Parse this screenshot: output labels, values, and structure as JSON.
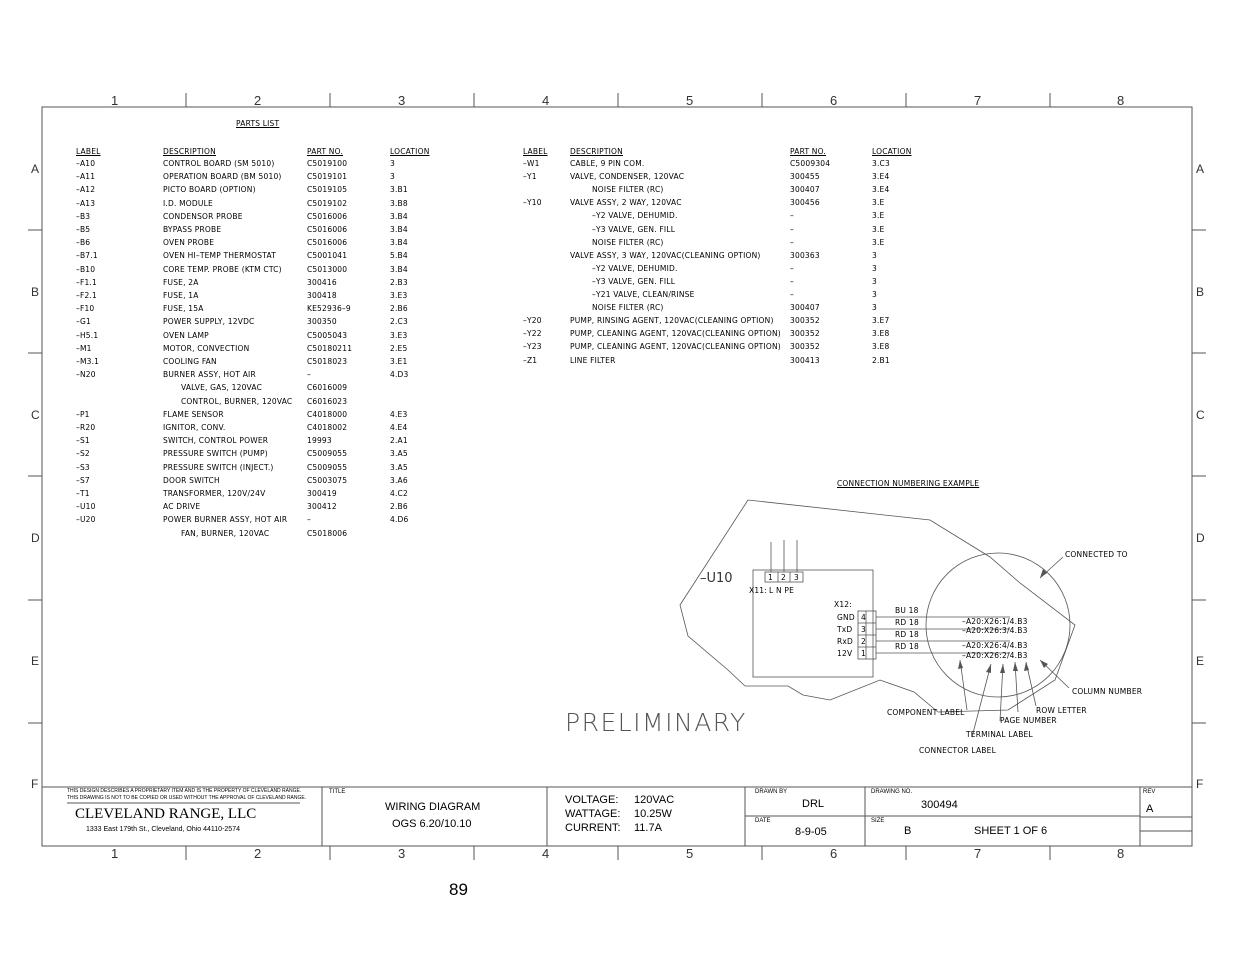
{
  "parts_list_title": "PARTS LIST",
  "columns": {
    "label": "LABEL",
    "description": "DESCRIPTION",
    "part_no": "PART NO.",
    "location": "LOCATION"
  },
  "parts_left": [
    {
      "label": "–A10",
      "desc": "CONTROL BOARD (SM 5010)",
      "part": "C5019100",
      "loc": "3"
    },
    {
      "label": "–A11",
      "desc": "OPERATION BOARD (BM 5010)",
      "part": "C5019101",
      "loc": "3"
    },
    {
      "label": "–A12",
      "desc": "PICTO BOARD (OPTION)",
      "part": "C5019105",
      "loc": "3.B1"
    },
    {
      "label": "–A13",
      "desc": "I.D. MODULE",
      "part": "C5019102",
      "loc": "3.B8"
    },
    {
      "label": "–B3",
      "desc": "CONDENSOR PROBE",
      "part": "C5016006",
      "loc": "3.B4"
    },
    {
      "label": "–B5",
      "desc": "BYPASS PROBE",
      "part": "C5016006",
      "loc": "3.B4"
    },
    {
      "label": "–B6",
      "desc": "OVEN PROBE",
      "part": "C5016006",
      "loc": "3.B4"
    },
    {
      "label": "–B7.1",
      "desc": "OVEN HI–TEMP THERMOSTAT",
      "part": "C5001041",
      "loc": "5.B4"
    },
    {
      "label": "–B10",
      "desc": "CORE TEMP. PROBE (KTM CTC)",
      "part": "C5013000",
      "loc": "3.B4"
    },
    {
      "label": "–F1.1",
      "desc": "FUSE, 2A",
      "part": "300416",
      "loc": "2.B3"
    },
    {
      "label": "–F2.1",
      "desc": "FUSE, 1A",
      "part": "300418",
      "loc": "3.E3"
    },
    {
      "label": "–F10",
      "desc": "FUSE, 15A",
      "part": "KE52936–9",
      "loc": "2.B6"
    },
    {
      "label": "–G1",
      "desc": "POWER SUPPLY, 12VDC",
      "part": "300350",
      "loc": "2.C3"
    },
    {
      "label": "–H5.1",
      "desc": "OVEN LAMP",
      "part": "C5005043",
      "loc": "3.E3"
    },
    {
      "label": "–M1",
      "desc": "MOTOR, CONVECTION",
      "part": "C50180211",
      "loc": "2.E5"
    },
    {
      "label": "–M3.1",
      "desc": "COOLING FAN",
      "part": "C5018023",
      "loc": "3.E1"
    },
    {
      "label": "–N20",
      "desc": "BURNER ASSY, HOT AIR",
      "part": "–",
      "loc": "4.D3"
    },
    {
      "label": "",
      "desc": "VALVE, GAS, 120VAC",
      "part": "C6016009",
      "loc": "",
      "indent": 1
    },
    {
      "label": "",
      "desc": "CONTROL, BURNER, 120VAC",
      "part": "C6016023",
      "loc": "",
      "indent": 1
    },
    {
      "label": "–P1",
      "desc": "FLAME SENSOR",
      "part": "C4018000",
      "loc": "4.E3"
    },
    {
      "label": "–R20",
      "desc": "IGNITOR, CONV.",
      "part": "C4018002",
      "loc": "4.E4"
    },
    {
      "label": "–S1",
      "desc": "SWITCH, CONTROL POWER",
      "part": "19993",
      "loc": "2.A1"
    },
    {
      "label": "–S2",
      "desc": "PRESSURE SWITCH (PUMP)",
      "part": "C5009055",
      "loc": "3.A5"
    },
    {
      "label": "–S3",
      "desc": "PRESSURE SWITCH (INJECT.)",
      "part": "C5009055",
      "loc": "3.A5"
    },
    {
      "label": "–S7",
      "desc": "DOOR SWITCH",
      "part": "C5003075",
      "loc": "3.A6"
    },
    {
      "label": "–T1",
      "desc": "TRANSFORMER, 120V/24V",
      "part": "300419",
      "loc": "4.C2"
    },
    {
      "label": "–U10",
      "desc": "AC DRIVE",
      "part": "300412",
      "loc": "2.B6"
    },
    {
      "label": "–U20",
      "desc": "POWER BURNER ASSY, HOT AIR",
      "part": "–",
      "loc": "4.D6"
    },
    {
      "label": "",
      "desc": "FAN, BURNER, 120VAC",
      "part": "C5018006",
      "loc": "",
      "indent": 1
    }
  ],
  "parts_right": [
    {
      "label": "–W1",
      "desc": "CABLE, 9 PIN COM.",
      "part": "C5009304",
      "loc": "3.C3"
    },
    {
      "label": "–Y1",
      "desc": "VALVE, CONDENSER, 120VAC",
      "part": "300455",
      "loc": "3.E4"
    },
    {
      "label": "",
      "desc": "NOISE FILTER (RC)",
      "part": "300407",
      "loc": "3.E4",
      "indent": 1
    },
    {
      "label": "–Y10",
      "desc": "VALVE ASSY, 2 WAY, 120VAC",
      "part": "300456",
      "loc": "3.E"
    },
    {
      "label": "",
      "desc": "–Y2 VALVE, DEHUMID.",
      "part": "–",
      "loc": "3.E",
      "indent": 1
    },
    {
      "label": "",
      "desc": "–Y3 VALVE, GEN. FILL",
      "part": "–",
      "loc": "3.E",
      "indent": 1
    },
    {
      "label": "",
      "desc": "NOISE FILTER (RC)",
      "part": "–",
      "loc": "3.E",
      "indent": 1
    },
    {
      "label": "",
      "desc": "VALVE ASSY, 3 WAY, 120VAC(CLEANING OPTION)",
      "part": "300363",
      "loc": "3"
    },
    {
      "label": "",
      "desc": "–Y2 VALVE, DEHUMID.",
      "part": "–",
      "loc": "3",
      "indent": 1
    },
    {
      "label": "",
      "desc": "–Y3 VALVE, GEN. FILL",
      "part": "–",
      "loc": "3",
      "indent": 1
    },
    {
      "label": "",
      "desc": "–Y21 VALVE, CLEAN/RINSE",
      "part": "–",
      "loc": "3",
      "indent": 1
    },
    {
      "label": "",
      "desc": "NOISE FILTER (RC)",
      "part": "300407",
      "loc": "3",
      "indent": 1
    },
    {
      "label": "–Y20",
      "desc": "PUMP, RINSING AGENT, 120VAC(CLEANING OPTION)",
      "part": "300352",
      "loc": "3.E7"
    },
    {
      "label": "–Y22",
      "desc": "PUMP, CLEANING AGENT, 120VAC(CLEANING OPTION)",
      "part": "300352",
      "loc": "3.E8"
    },
    {
      "label": "–Y23",
      "desc": "PUMP, CLEANING AGENT, 120VAC(CLEANING OPTION)",
      "part": "300352",
      "loc": "3.E8"
    },
    {
      "label": "–Z1",
      "desc": "LINE FILTER",
      "part": "300413",
      "loc": "2.B1"
    }
  ],
  "grid_numbers": [
    "1",
    "2",
    "3",
    "4",
    "5",
    "6",
    "7",
    "8"
  ],
  "grid_letters": [
    "A",
    "B",
    "C",
    "D",
    "E",
    "F"
  ],
  "example": {
    "title": "CONNECTION NUMBERING EXAMPLE",
    "device": "–U10",
    "x11_label": "X11:",
    "x11_pins": [
      "1",
      "2",
      "3"
    ],
    "x11_names": "L  N  PE",
    "x12_label": "X12:",
    "signals": [
      "GND",
      "TxD",
      "RxD",
      "12V"
    ],
    "pins": [
      "4",
      "3",
      "2",
      "1"
    ],
    "wires": [
      "BU 18",
      "RD 18",
      "RD 18",
      "RD 18"
    ],
    "connections": [
      "–A20:X26:1",
      "–A20:X26:3",
      "–A20:X26:4",
      "–A20:X26:2"
    ],
    "refs": [
      "/4.B3",
      "/4.B3",
      "/4.B3",
      "/4.B3"
    ],
    "connected_to": "CONNECTED TO",
    "column_number": "COLUMN NUMBER",
    "row_letter": "ROW LETTER",
    "component_label": "COMPONENT LABEL",
    "page_number": "PAGE NUMBER",
    "terminal_label": "TERMINAL LABEL",
    "connector_label": "CONNECTOR LABEL"
  },
  "watermark": "PRELIMINARY",
  "title_block": {
    "notice_1": "THIS DESIGN DESCRIBES A PROPRIETARY ITEM AND IS THE PROPERTY OF CLEVELAND RANGE.",
    "notice_2": "THIS DRAWING IS NOT TO BE COPIED OR USED WITHOUT THE APPROVAL OF CLEVELAND RANGE.",
    "company": "CLEVELAND RANGE, LLC",
    "address": "1333 East 179th St., Cleveland, Ohio 44110-2574",
    "title_label": "TITLE",
    "title_1": "WIRING DIAGRAM",
    "title_2": "OGS 6.20/10.10",
    "voltage_label": "VOLTAGE:",
    "voltage": "120VAC",
    "wattage_label": "WATTAGE:",
    "wattage": "10.25W",
    "current_label": "CURRENT:",
    "current": "11.7A",
    "drawn_by_label": "DRAWN BY",
    "drawn_by": "DRL",
    "drawing_no_label": "DRAWING NO.",
    "drawing_no": "300494",
    "rev_label": "REV",
    "rev": "A",
    "date_label": "DATE",
    "date": "8-9-05",
    "size_label": "SIZE",
    "size": "B",
    "sheet": "SHEET  1   OF  6"
  },
  "page_number": "89"
}
